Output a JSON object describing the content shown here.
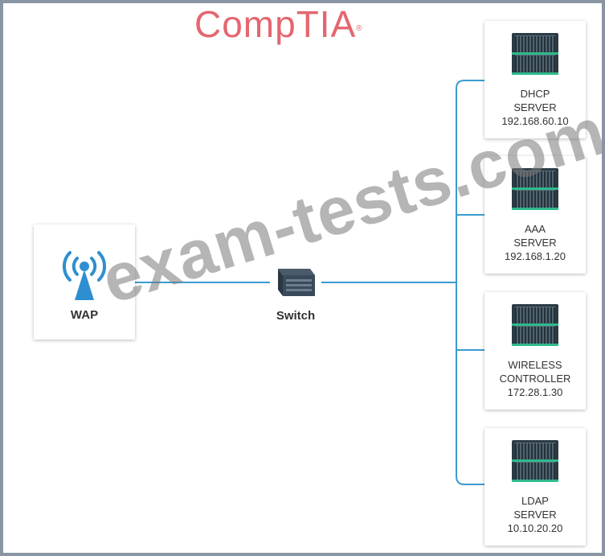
{
  "brand": {
    "logo_text": "CompTIA",
    "logo_mark": "®",
    "color": "#e4676f"
  },
  "watermark": {
    "text": "exam-tests.com"
  },
  "wap": {
    "label": "WAP",
    "icon": "wireless-antenna-icon"
  },
  "switch": {
    "label": "Switch",
    "icon": "network-switch-icon"
  },
  "servers": [
    {
      "lines": [
        "DHCP",
        "SERVER",
        "192.168.60.10"
      ],
      "icon": "server-rack-icon"
    },
    {
      "lines": [
        "AAA",
        "SERVER",
        "192.168.1.20"
      ],
      "icon": "server-rack-icon"
    },
    {
      "lines": [
        "WIRELESS",
        "CONTROLLER",
        "172.28.1.30"
      ],
      "icon": "server-rack-icon"
    },
    {
      "lines": [
        "LDAP",
        "SERVER",
        "10.10.20.20"
      ],
      "icon": "server-rack-icon"
    }
  ],
  "colors": {
    "link": "#3a9bd0",
    "wap_icon": "#2e8fd0",
    "server_accent": "#2dba8c"
  }
}
